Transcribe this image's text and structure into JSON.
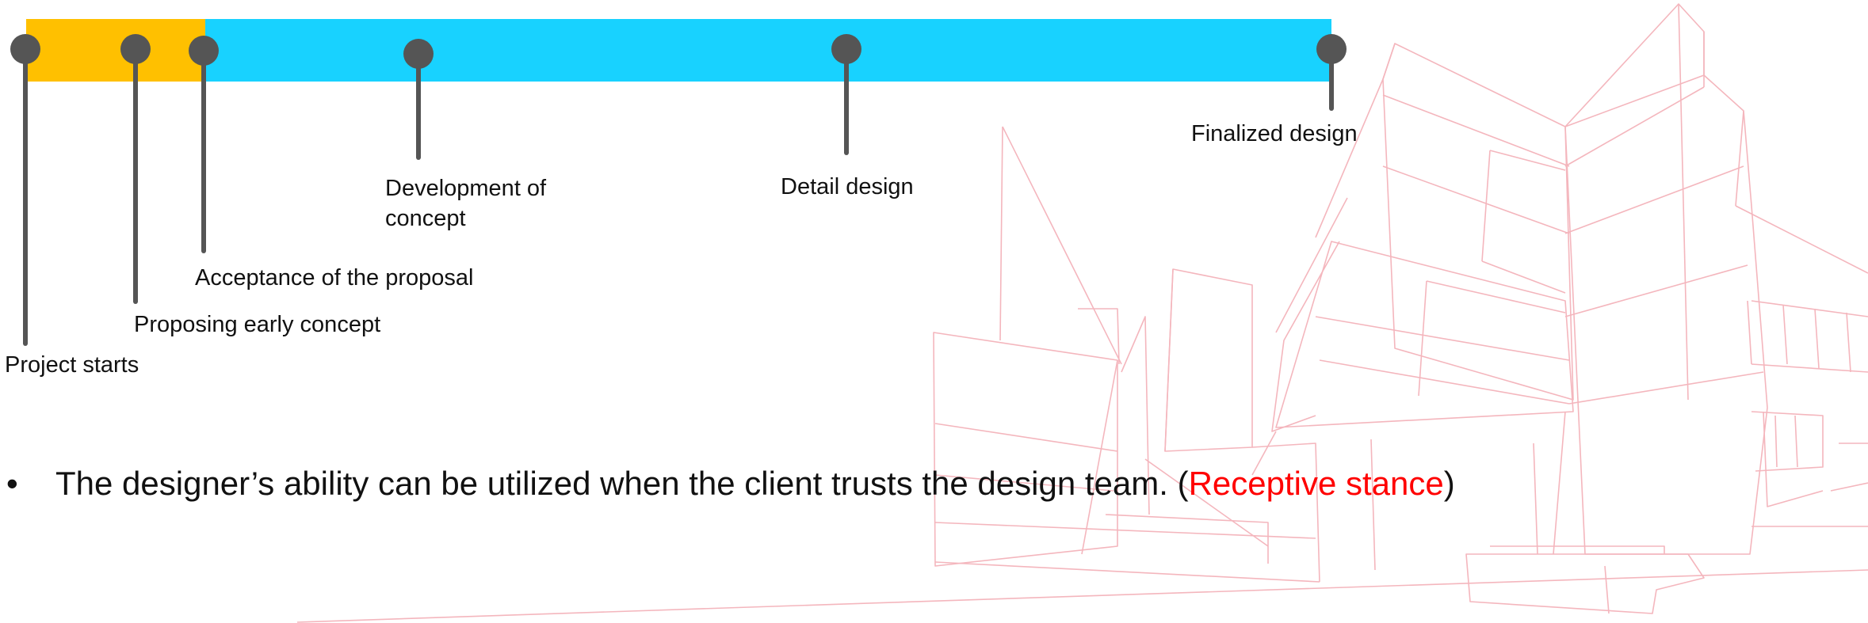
{
  "timeline": {
    "bar_colors": {
      "early_phase": "#ffc000",
      "main_phase": "#18d2ff",
      "marker": "#555555"
    },
    "milestones": [
      {
        "id": "project-starts",
        "label": "Project starts"
      },
      {
        "id": "proposing-early-concept",
        "label": "Proposing early concept"
      },
      {
        "id": "acceptance-of-proposal",
        "label": "Acceptance of the proposal"
      },
      {
        "id": "development-of-concept",
        "label": "Development  of concept"
      },
      {
        "id": "detail-design",
        "label": "Detail design"
      },
      {
        "id": "finalized-design",
        "label": "Finalized design"
      }
    ]
  },
  "bullet": {
    "marker": "•",
    "text_before": "The designer’s ability can be utilized when the client trusts the design team. (",
    "highlight": "Receptive stance",
    "text_after": ")",
    "highlight_color": "#ff0000"
  },
  "background": {
    "illustration": "building-sketch-outline",
    "line_color": "#f4b6bd"
  }
}
